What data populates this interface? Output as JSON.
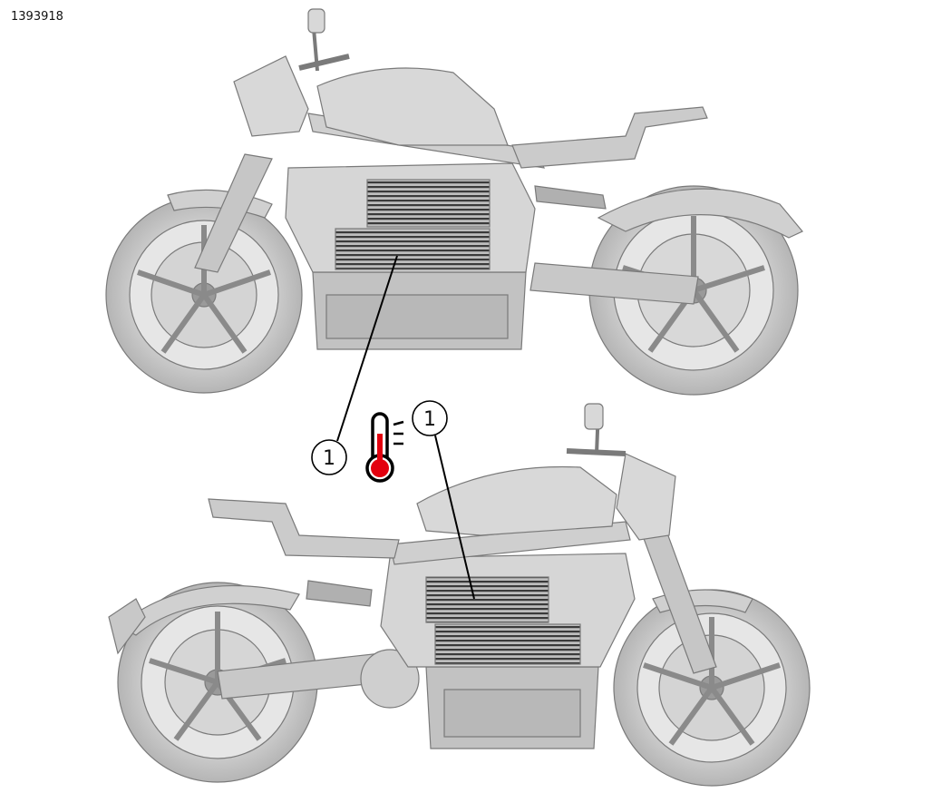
{
  "figure": {
    "id": "1393918"
  },
  "callouts": [
    {
      "label": "1",
      "target": "side-radiator-top-view"
    },
    {
      "label": "1",
      "target": "side-radiator-bottom-view"
    }
  ],
  "icons": {
    "temperature": "thermometer-hot-icon"
  },
  "colors": {
    "body": "#d2d2d2",
    "outline": "#7a7a7a",
    "dark": "#5a5a5a",
    "fin": "#3a3a3a",
    "thermo_red": "#e3000f",
    "line": "#000000"
  }
}
